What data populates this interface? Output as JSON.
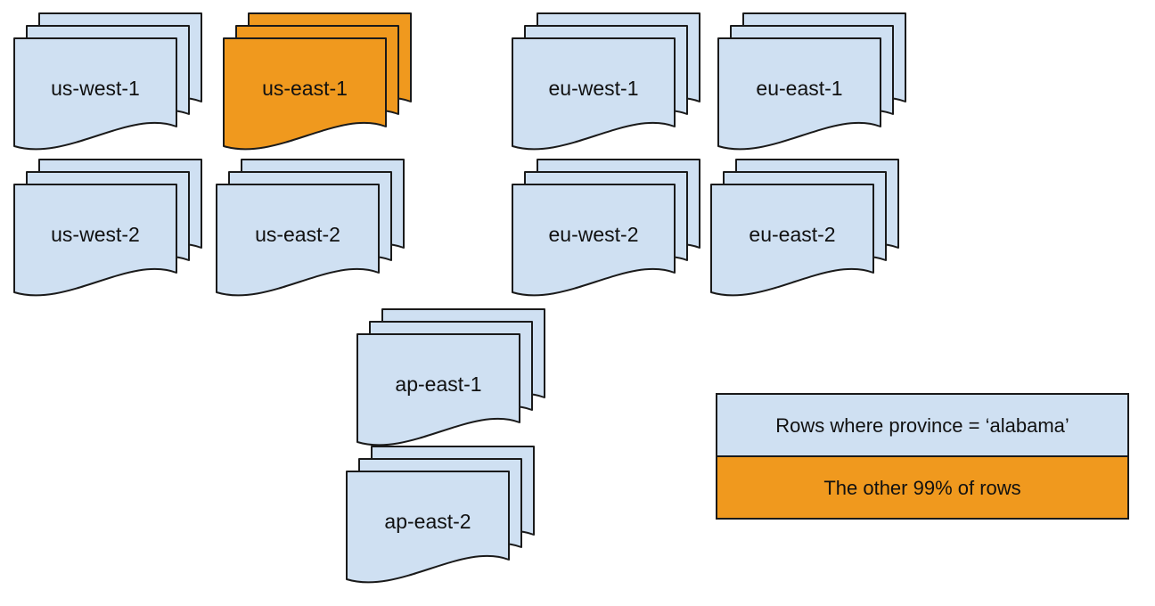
{
  "diagram": {
    "title": "region-partition-diagram",
    "stacks": [
      {
        "label": "us-west-1",
        "fill": "#cfe0f2"
      },
      {
        "label": "us-east-1",
        "fill": "#f0991e"
      },
      {
        "label": "eu-west-1",
        "fill": "#cfe0f2"
      },
      {
        "label": "eu-east-1",
        "fill": "#cfe0f2"
      },
      {
        "label": "us-west-2",
        "fill": "#cfe0f2"
      },
      {
        "label": "us-east-2",
        "fill": "#cfe0f2"
      },
      {
        "label": "eu-west-2",
        "fill": "#cfe0f2"
      },
      {
        "label": "eu-east-2",
        "fill": "#cfe0f2"
      },
      {
        "label": "ap-east-1",
        "fill": "#cfe0f2"
      },
      {
        "label": "ap-east-2",
        "fill": "#cfe0f2"
      }
    ],
    "legend": {
      "items": [
        {
          "label": "Rows where province = ‘alabama’",
          "fill": "#cfe0f2"
        },
        {
          "label": "The other 99% of rows",
          "fill": "#f0991e"
        }
      ]
    },
    "colors": {
      "blue": "#cfe0f2",
      "orange": "#f0991e",
      "stroke": "#1a1a1a",
      "text": "#111111"
    }
  }
}
